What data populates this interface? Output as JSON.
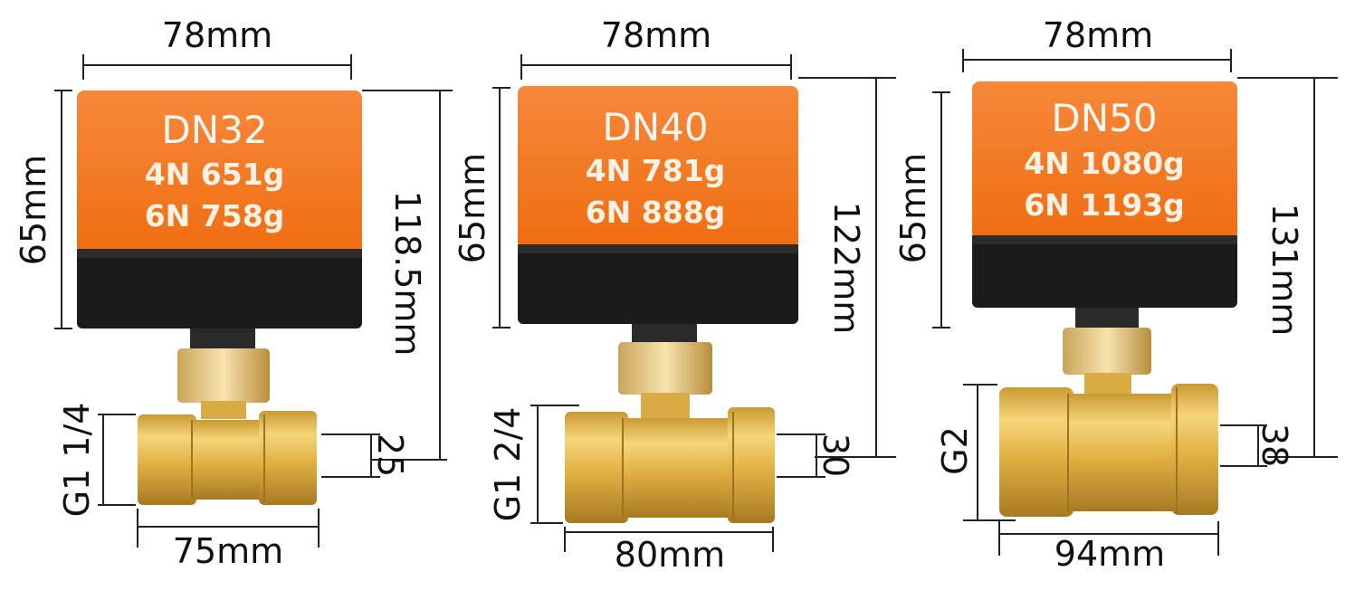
{
  "valves": [
    {
      "model": "DN32",
      "weight_4n": "4N 651g",
      "weight_6n": "6N 758g",
      "width_top": "78mm",
      "actuator_height": "65mm",
      "total_height": "118.5mm",
      "thread": "G1 1/4",
      "bore": "25",
      "body_length": "75mm"
    },
    {
      "model": "DN40",
      "weight_4n": "4N 781g",
      "weight_6n": "6N 888g",
      "width_top": "78mm",
      "actuator_height": "65mm",
      "total_height": "122mm",
      "thread": "G1 2/4",
      "bore": "30",
      "body_length": "80mm"
    },
    {
      "model": "DN50",
      "weight_4n": "4N 1080g",
      "weight_6n": "6N 1193g",
      "width_top": "78mm",
      "actuator_height": "65mm",
      "total_height": "131mm",
      "thread": "G2",
      "bore": "38",
      "body_length": "94mm"
    }
  ],
  "colors": {
    "actuator_orange": "#f47a1f",
    "actuator_black": "#1b1b1b",
    "brass": "#e3b545",
    "brass_dark": "#b8862a"
  },
  "icons": [
    "motorized-ball-valve-illustration"
  ]
}
